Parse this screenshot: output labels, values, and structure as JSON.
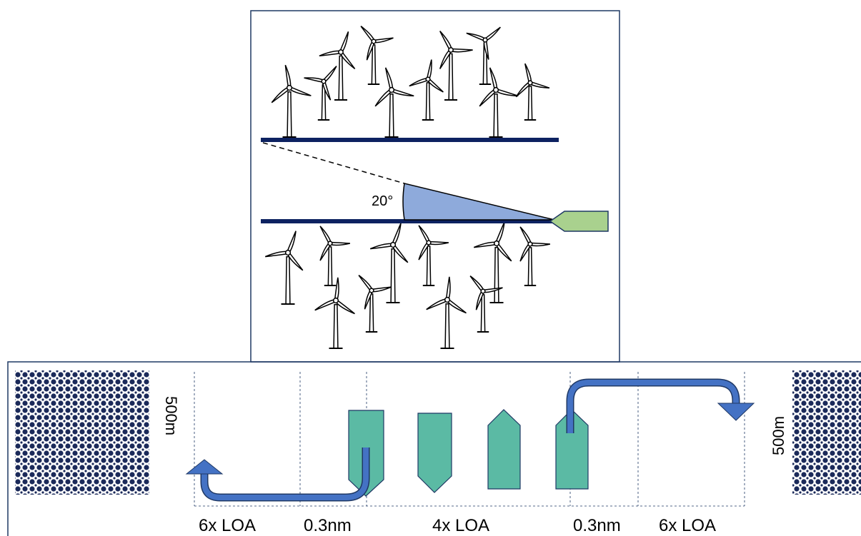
{
  "top_panel": {
    "angle_label": "20°"
  },
  "bottom_panel": {
    "left_height_label": "500m",
    "right_height_label": "500m",
    "dimension_labels": [
      "6x LOA",
      "0.3nm",
      "4x LOA",
      "0.3nm",
      "6x LOA"
    ]
  },
  "colors": {
    "channel_line": "#0d2261",
    "angle_wedge": "#8eaadb",
    "ship_top": "#a9d18e",
    "ship_bottom": "#5bbaa4",
    "ship_outline": "#1f3864",
    "arrow": "#4472c4",
    "wind_farm_pattern": "#1b2a5a"
  },
  "icons": [
    "wind-turbine-icon",
    "ship-icon",
    "wind-farm-block-icon",
    "u-turn-arrow-icon"
  ]
}
